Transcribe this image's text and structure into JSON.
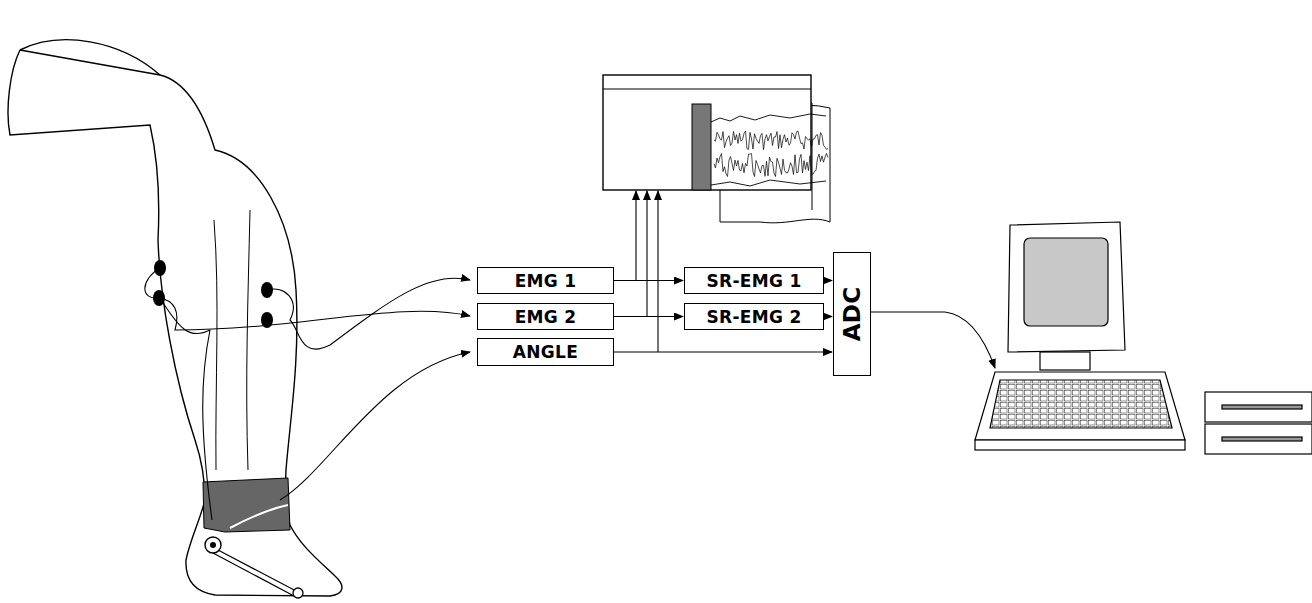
{
  "diagram": {
    "nodes": [
      {
        "text": [
          "EMG 1"
        ]
      },
      {
        "text": [
          "EMG 2"
        ]
      },
      {
        "text": [
          "ANGLE"
        ]
      },
      {
        "text": [
          "SR-EMG 1"
        ]
      },
      {
        "text": [
          "SR-EMG 2"
        ]
      },
      {
        "text": [
          "ADC"
        ]
      }
    ],
    "edges": [
      {
        "from": 0,
        "to": 3,
        "arrow": "to"
      },
      {
        "from": 1,
        "to": 4,
        "arrow": "to"
      },
      {
        "from": 3,
        "to": 5,
        "arrow": "to"
      },
      {
        "from": 4,
        "to": 5,
        "arrow": "to"
      },
      {
        "from": 2,
        "to": 5,
        "arrow": "to"
      }
    ]
  }
}
